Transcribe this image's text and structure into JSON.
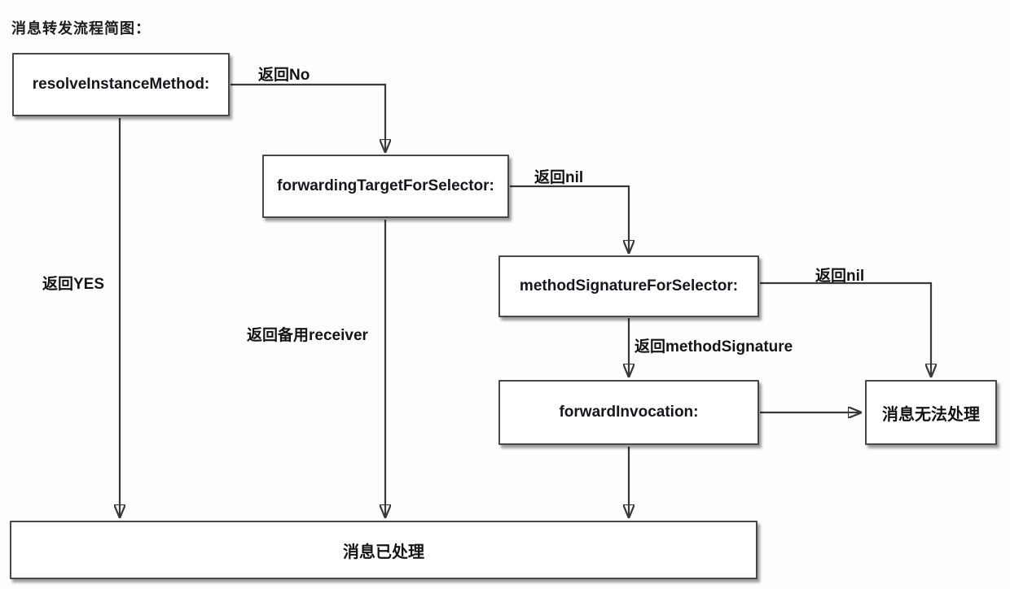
{
  "diagram": {
    "title": "消息转发流程简图：",
    "nodes": {
      "resolve": "resolveInstanceMethod:",
      "forwarding_target": "forwardingTargetForSelector:",
      "method_signature": "methodSignatureForSelector:",
      "forward_invocation": "forwardInvocation:",
      "message_unhandled": "消息无法处理",
      "message_handled": "消息已处理"
    },
    "edge_labels": {
      "return_no": "返回No",
      "return_yes": "返回YES",
      "return_nil_from_forwarding_target": "返回nil",
      "return_backup_receiver": "返回备用receiver",
      "return_nil_from_method_signature": "返回nil",
      "return_method_signature": "返回methodSignature"
    },
    "colors": {
      "background": "#fdfdfd",
      "box_fill": "#ffffff",
      "box_border": "#474747",
      "line": "#383838",
      "text": "#141414"
    }
  }
}
